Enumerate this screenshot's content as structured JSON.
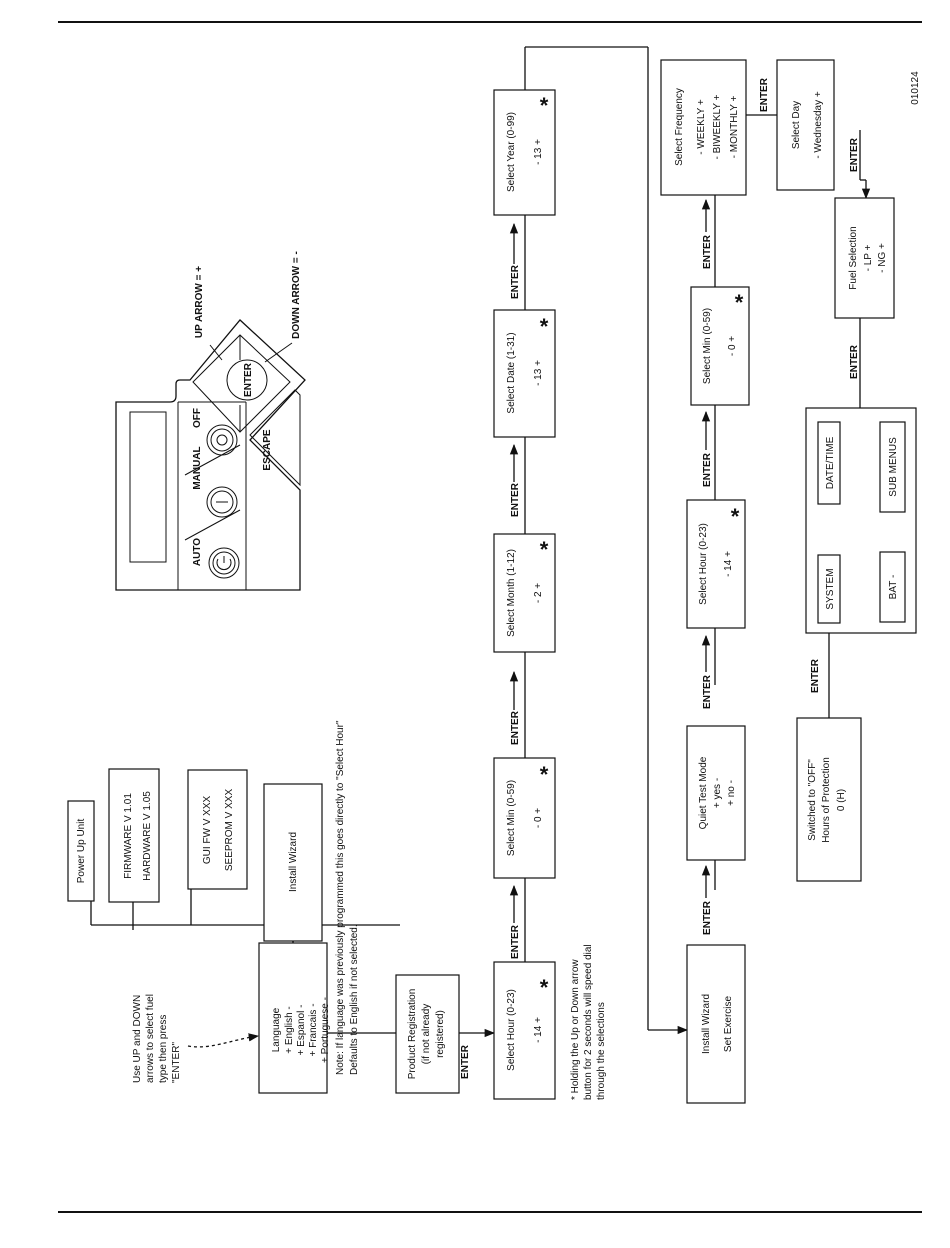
{
  "doc_id": "010124",
  "enter": "ENTER",
  "asterisk": "*",
  "power_up": "Power Up Unit",
  "firmware": [
    "FIRMWARE  V 1.01",
    "HARDWARE  V 1.05"
  ],
  "gui": [
    "GUI FW V XXX",
    "SEEPROM V XXX"
  ],
  "install_wizard": "Install Wizard",
  "note": [
    "Note: If language was previously programmed this goes directly to \"Select Hour\"",
    "Defaults to English if not selected."
  ],
  "language": [
    "Language",
    "+ English  -",
    "+ Espanol  -",
    "+ Francais  -",
    "+ Portuguese  -"
  ],
  "use_updown": [
    "Use UP and DOWN",
    "arrows to select fuel",
    "type then press",
    "\"ENTER\""
  ],
  "product_reg": [
    "Product Registration",
    "(if not already",
    "registered)"
  ],
  "row1": [
    {
      "title": "Select Hour (0-23)",
      "value": "-  14  +"
    },
    {
      "title": "Select Min (0-59)",
      "value": "-  0  +"
    },
    {
      "title": "Select Month (1-12)",
      "value": "-  2  +"
    },
    {
      "title": "Select Date (1-31)",
      "value": "-  13  +"
    },
    {
      "title": "Select Year (0-99)",
      "value": "-  13  +"
    }
  ],
  "footnote": [
    "*  Holding the Up or Down arrow",
    "button for 2 seconds will speed dial",
    "through the selections"
  ],
  "wizard_exercise": [
    "Install Wizard",
    "Set Exercise"
  ],
  "quiet_test": [
    "Quiet Test Mode",
    "+  yes  -",
    "+  no  -"
  ],
  "row2": [
    {
      "title": "Select Hour (0-23)",
      "value": "-  14  +"
    },
    {
      "title": "Select Min (0-59)",
      "value": "-  0  +"
    }
  ],
  "frequency": [
    "Select Frequency",
    "-  WEEKLY  +",
    "-  BIWEEKLY  +",
    "-  MONTHLY  +"
  ],
  "select_day": [
    "Select Day",
    "-  Wednesday  +"
  ],
  "fuel": [
    "Fuel Selection",
    "-  LP  +",
    "-  NG  +"
  ],
  "screen": {
    "system": "SYSTEM",
    "bat": "BAT -",
    "datetime": "DATE/TIME",
    "submenus": "SUB MENUS"
  },
  "switched": [
    "Switched to \"OFF\"",
    "Hours of Protection",
    "0 (H)"
  ],
  "panel": {
    "up_arrow": "UP ARROW = +",
    "down_arrow": "DOWN ARROW = -",
    "enter_key": "ENTER",
    "escape_key": "ESCAPE",
    "auto": "AUTO",
    "manual": "MANUAL",
    "off": "OFF"
  }
}
